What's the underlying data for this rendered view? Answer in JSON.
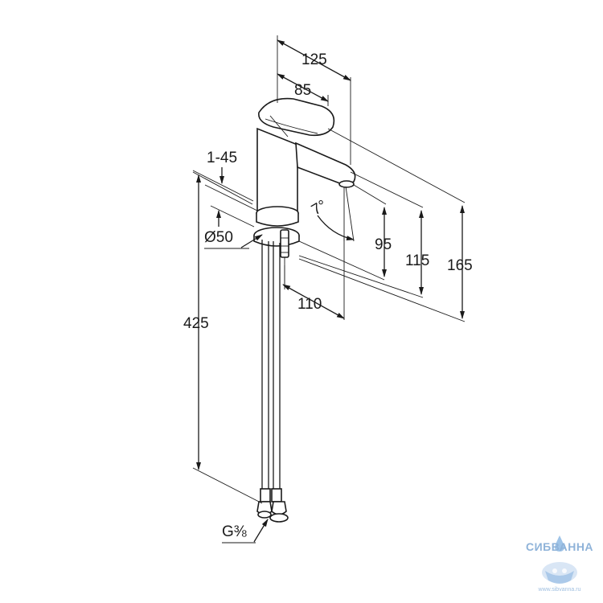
{
  "dimensions": {
    "overall_length": "125",
    "lever_length": "85",
    "lever_angle_range": "1-45",
    "spout_angle": "7°",
    "base_diameter": "Ø50",
    "height_95": "95",
    "height_115": "115",
    "height_165": "165",
    "spout_reach": "110",
    "hose_length": "425",
    "connection_thread": "G⅜"
  },
  "watermark": {
    "brand": "СИБВАННА",
    "url": "www.sibvanna.ru",
    "colors": {
      "text": "#8fb3d9",
      "drop": "#7fb0e0"
    }
  },
  "colors": {
    "line": "#1a1a1a",
    "background": "#ffffff"
  }
}
